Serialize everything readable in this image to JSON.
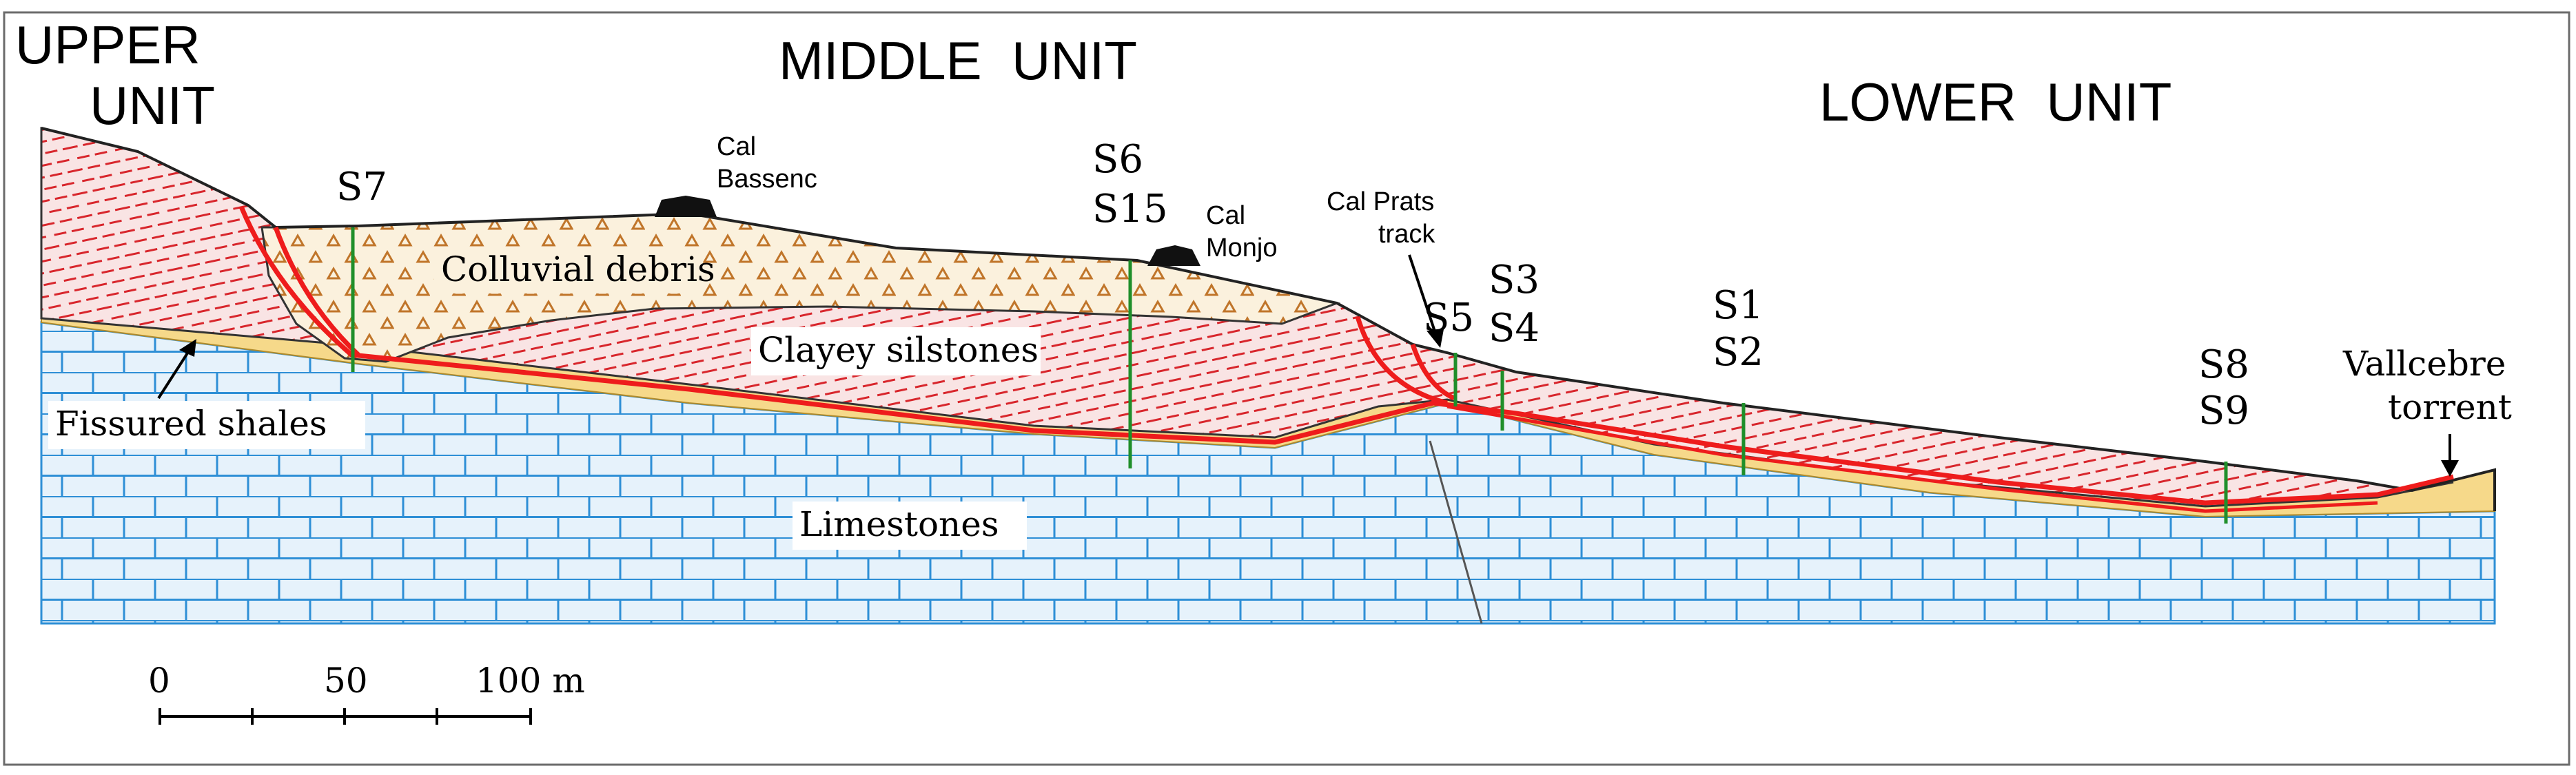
{
  "units": {
    "upper": [
      "UPPER",
      "UNIT"
    ],
    "middle": "MIDDLE  UNIT",
    "lower": "LOWER  UNIT"
  },
  "buildings": {
    "cal_bassenc": [
      "Cal",
      "Bassenc"
    ],
    "cal_monjo": [
      "Cal",
      "Monjo"
    ]
  },
  "track": [
    "Cal Prats",
    "track"
  ],
  "torrent": [
    "Vallcebre",
    "torrent"
  ],
  "layers": {
    "colluvial": "Colluvial debris",
    "clayey": "Clayey silstones",
    "shales": "Fissured shales",
    "limestones": "Limestones"
  },
  "boreholes": {
    "s7": "S7",
    "s6": "S6",
    "s15": "S15",
    "s5": "S5",
    "s3": "S3",
    "s4": "S4",
    "s1": "S1",
    "s2": "S2",
    "s8": "S8",
    "s9": "S9"
  },
  "scale": {
    "ticks": [
      "0",
      "50",
      "100 m"
    ]
  },
  "colors": {
    "limestone_fill": "#e6f2fb",
    "limestone_line": "#2e8fd6",
    "clay_fill": "#f7dede",
    "clay_mark": "#d8262c",
    "colluvial_fill": "#fbf1dd",
    "colluvial_mark": "#c0752a",
    "shale_fill": "#f6d98a",
    "fault": "#ee1c1c",
    "borehole": "#1f8f2a"
  }
}
